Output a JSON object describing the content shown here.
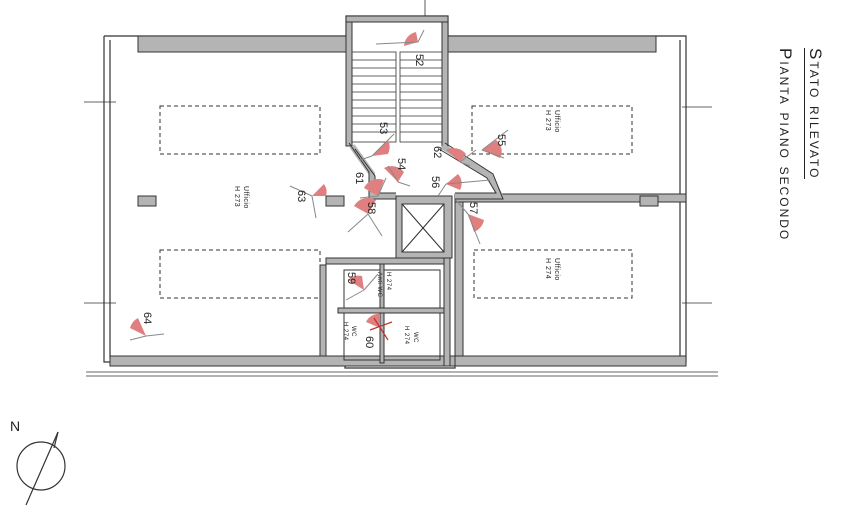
{
  "title": {
    "main": "Stato rilevato",
    "sub": "Pianta piano secondo"
  },
  "north": {
    "letter": "N"
  },
  "rooms": [
    {
      "id": "ufficio-ovest",
      "name": "Ufficio",
      "height": "H 273"
    },
    {
      "id": "ufficio-nordest",
      "name": "Ufficio",
      "height": "H 273"
    },
    {
      "id": "ufficio-sudest",
      "name": "Ufficio",
      "height": "H 274"
    },
    {
      "id": "anti-wc",
      "name": "Anti WC",
      "height": "H 274"
    },
    {
      "id": "wc-1",
      "name": "WC",
      "height": "H 274"
    },
    {
      "id": "wc-2",
      "name": "WC",
      "height": "H 274"
    }
  ],
  "viewpoints": [
    "52",
    "53",
    "54",
    "55",
    "56",
    "57",
    "58",
    "59",
    "60",
    "61",
    "62",
    "63",
    "64"
  ],
  "colors": {
    "wall": "#b4b4b4",
    "line": "#333333",
    "cone": "#e07f7f",
    "arrow": "#888888"
  }
}
